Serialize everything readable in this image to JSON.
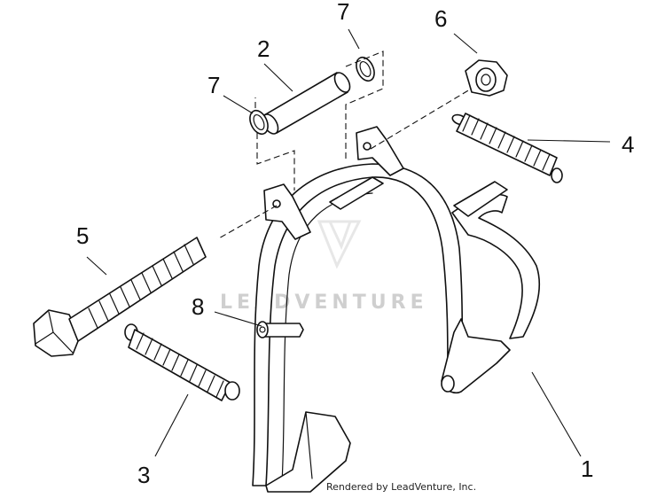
{
  "diagram": {
    "callouts": [
      {
        "id": "c1",
        "label": "1"
      },
      {
        "id": "c2",
        "label": "2"
      },
      {
        "id": "c3",
        "label": "3"
      },
      {
        "id": "c4",
        "label": "4"
      },
      {
        "id": "c5",
        "label": "5"
      },
      {
        "id": "c6",
        "label": "6"
      },
      {
        "id": "c7a",
        "label": "7"
      },
      {
        "id": "c7b",
        "label": "7"
      },
      {
        "id": "c8",
        "label": "8"
      }
    ],
    "watermark": "LEADVENTURE",
    "credit": "Rendered by LeadVenture, Inc."
  }
}
